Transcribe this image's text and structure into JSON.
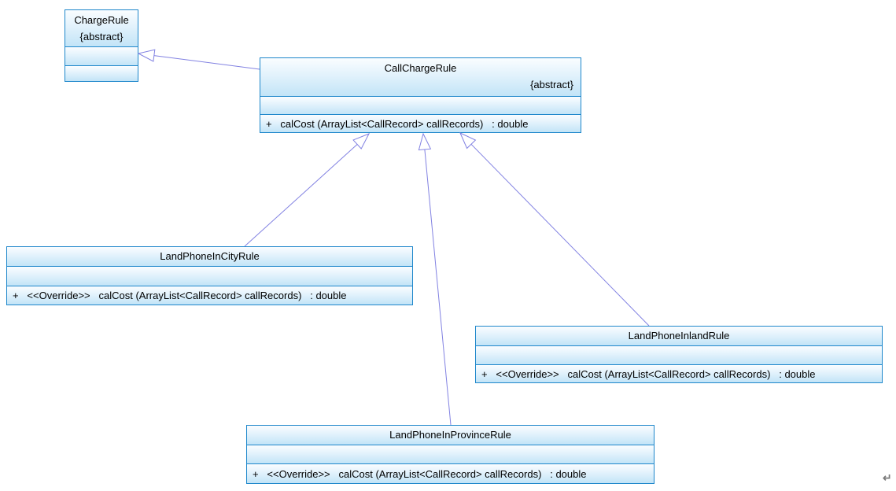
{
  "diagram": {
    "classes": [
      {
        "name": "ChargeRule",
        "stereotype": "{abstract}",
        "attributes_text": "",
        "methods_text": ""
      },
      {
        "name": "CallChargeRule",
        "stereotype": "{abstract}",
        "attributes_text": "",
        "methods_text": "+   calCost (ArrayList<CallRecord> callRecords)   : double"
      },
      {
        "name": "LandPhoneInCityRule",
        "attributes_text": "",
        "methods_text": "+   <<Override>>   calCost (ArrayList<CallRecord> callRecords)   : double"
      },
      {
        "name": "LandPhoneInlandRule",
        "attributes_text": "",
        "methods_text": "+   <<Override>>   calCost (ArrayList<CallRecord> callRecords)   : double"
      },
      {
        "name": "LandPhoneInProvinceRule",
        "attributes_text": "",
        "methods_text": "+   <<Override>>   calCost (ArrayList<CallRecord> callRecords)   : double"
      }
    ],
    "relations": [
      {
        "type": "generalization",
        "from": "CallChargeRule",
        "to": "ChargeRule"
      },
      {
        "type": "generalization",
        "from": "LandPhoneInCityRule",
        "to": "CallChargeRule"
      },
      {
        "type": "generalization",
        "from": "LandPhoneInProvinceRule",
        "to": "CallChargeRule"
      },
      {
        "type": "generalization",
        "from": "LandPhoneInlandRule",
        "to": "CallChargeRule"
      }
    ]
  },
  "colors": {
    "box_border": "#1E87CB",
    "box_fill_top": "#FAFDFF",
    "box_fill_bottom": "#C2E4F7",
    "arrow": "#8282E2",
    "text": "#000000",
    "return_mark": "#7A7A7A"
  },
  "return_mark_glyph": "↵"
}
